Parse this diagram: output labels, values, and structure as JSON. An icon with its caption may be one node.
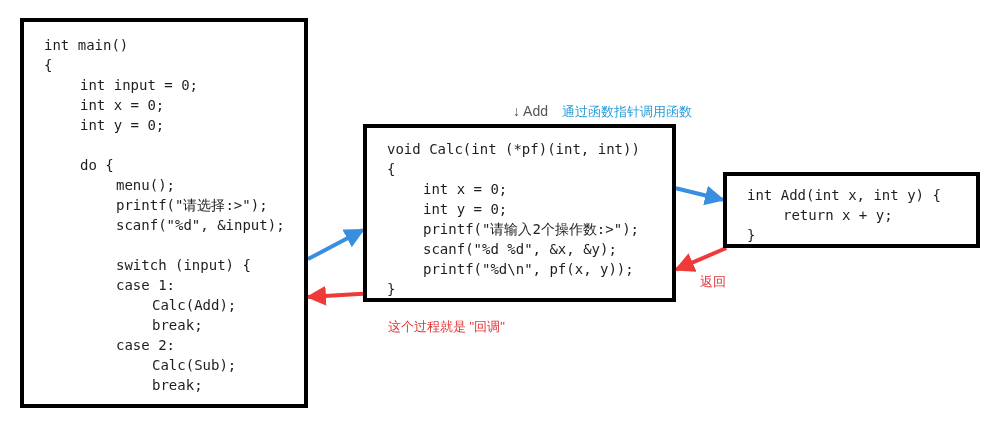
{
  "diagram": {
    "nodes": [
      {
        "text": [
          "int main()",
          "{",
          "int input = 0;",
          "int x = 0;",
          "int y = 0;",
          "do {",
          "menu();",
          "printf(\"请选择:>\");",
          "scanf(\"%d\", &input);",
          "switch (input) {",
          "case 1:",
          "Calc(Add);",
          "break;",
          "case 2:",
          "Calc(Sub);",
          "break;"
        ]
      },
      {
        "text": [
          "void Calc(int (*pf)(int, int))",
          "{",
          "int x = 0;",
          "int y = 0;",
          "printf(\"请输入2个操作数:>\");",
          "scanf(\"%d %d\", &x, &y);",
          "printf(\"%d\\n\", pf(x, y));",
          "}"
        ]
      },
      {
        "text": [
          "int Add(int x, int y) {",
          "return x + y;",
          "}"
        ]
      }
    ],
    "edges": [
      {
        "from": 0,
        "to": 1,
        "arrow": "to",
        "color": "#3a8ee0"
      },
      {
        "from": 1,
        "to": 2,
        "arrow": "to",
        "color": "#3a8ee0"
      },
      {
        "from": 2,
        "to": 1,
        "arrow": "to",
        "color": "#f03a3a"
      },
      {
        "from": 1,
        "to": 0,
        "arrow": "to",
        "color": "#f03a3a"
      }
    ],
    "labels": [
      "↓ Add",
      "通过函数指针调用函数",
      "返回",
      "这个过程就是 \"回调\""
    ]
  }
}
